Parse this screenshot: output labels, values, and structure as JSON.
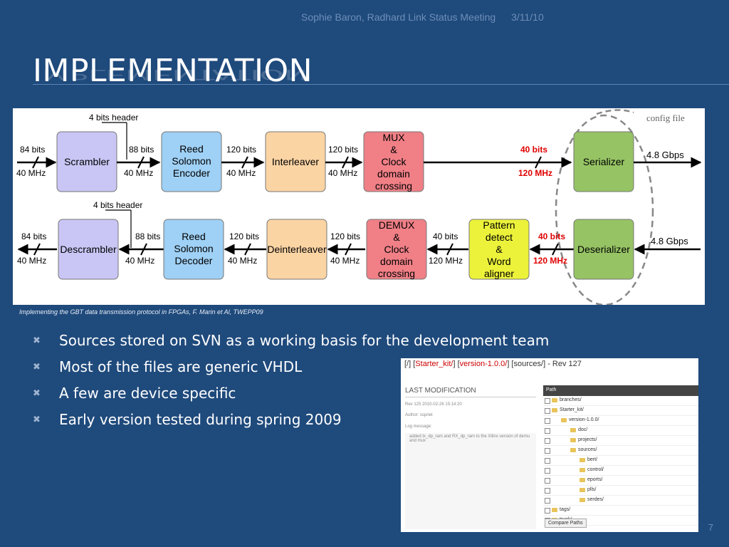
{
  "header": {
    "author": "Sophie Baron, Radhard Link Status Meeting",
    "date": "3/11/10"
  },
  "title": "IMPLEMENTATION",
  "diagram": {
    "config_label": "config file",
    "top_row": {
      "header_label": "4 bits header",
      "blocks": [
        "Scrambler",
        "Reed Solomon Encoder",
        "Interleaver",
        "MUX & Clock domain crossing",
        "Serializer"
      ],
      "bits": [
        "84 bits",
        "88 bits",
        "120 bits",
        "120 bits",
        "40 bits"
      ],
      "freqs": [
        "40 MHz",
        "40 MHz",
        "40 MHz",
        "40 MHz",
        "120 MHz"
      ],
      "output": "4.8 Gbps"
    },
    "bottom_row": {
      "header_label": "4 bits header",
      "blocks": [
        "Descrambler",
        "Reed Solomon Decoder",
        "Deinterleaver",
        "DEMUX & Clock domain crossing",
        "Pattern detect & Word aligner",
        "Deserializer"
      ],
      "bits": [
        "84 bits",
        "88 bits",
        "120 bits",
        "120 bits",
        "40 bits",
        "40 bits"
      ],
      "freqs": [
        "40 MHz",
        "40 MHz",
        "40 MHz",
        "40 MHz",
        "120 MHz",
        "120 MHz"
      ],
      "input": "4.8 Gbps"
    },
    "colors": {
      "purple": "#c9c6f5",
      "blue": "#9fd0f5",
      "orange": "#fbd4a4",
      "red": "#f07f86",
      "yellow": "#ecf23a",
      "green": "#96c364",
      "highlight": "#e00000"
    }
  },
  "caption": "Implementing the GBT data transmission protocol in FPGAs, F. Marin et Al, TWEPP09",
  "bullets": [
    "Sources stored on SVN as a working basis for the development team",
    "Most of the files are generic VHDL",
    "A few are device specific",
    "Early version tested during spring 2009"
  ],
  "bullet_icon": "x-mark-icon",
  "svn": {
    "crumb_root": "[/]",
    "crumb_kit": "Starter_kit/",
    "crumb_version": "version-1.0.0/",
    "crumb_sources": "sources/",
    "crumb_rev": "- Rev 127",
    "last_mod": "LAST MODIFICATION",
    "rev_date": "Rev 125 2010-02-26 15:14:20",
    "author": "Author: sspriet",
    "log_label": "Log message:",
    "log_text": "added tx_dp_ram and RX_dp_ram to the Xilinx version of demu and mux",
    "path_header": "Path",
    "tree": [
      {
        "name": "branches/",
        "depth": 0
      },
      {
        "name": "Starter_kit/",
        "depth": 0
      },
      {
        "name": "version-1.0.0/",
        "depth": 1
      },
      {
        "name": "doc/",
        "depth": 2
      },
      {
        "name": "projects/",
        "depth": 2
      },
      {
        "name": "sources/",
        "depth": 2
      },
      {
        "name": "bert/",
        "depth": 3
      },
      {
        "name": "control/",
        "depth": 3
      },
      {
        "name": "eports/",
        "depth": 3
      },
      {
        "name": "plls/",
        "depth": 3
      },
      {
        "name": "serdes/",
        "depth": 3
      },
      {
        "name": "tags/",
        "depth": 0
      },
      {
        "name": "trunk/",
        "depth": 0
      }
    ],
    "compare_button": "Compare Paths"
  },
  "page_number": "7"
}
